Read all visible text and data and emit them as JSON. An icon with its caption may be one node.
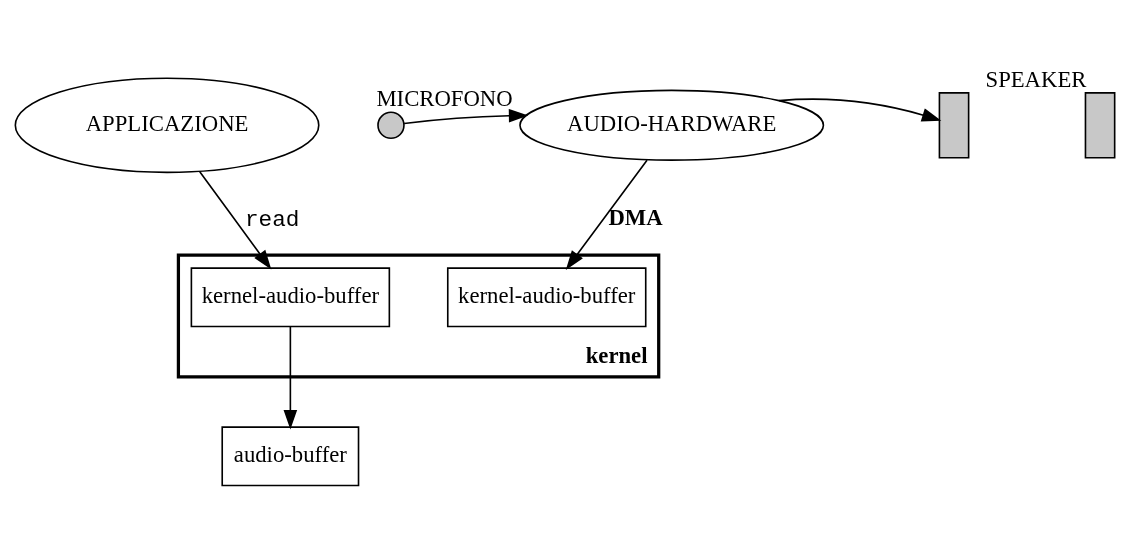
{
  "diagram": {
    "nodes": [
      {
        "text": [
          "APPLICAZIONE"
        ]
      },
      {
        "text": [
          "audio-buffer"
        ]
      },
      {
        "text": [
          "kernel"
        ]
      },
      {
        "text": [
          "kernel-audio-buffer"
        ],
        "in": 2
      },
      {
        "text": [
          "kernel-audio-buffer"
        ],
        "in": 2
      },
      {
        "text": [],
        "shape": "circle",
        "beside": [
          "MICROFONO"
        ]
      },
      {
        "text": [
          "AUDIO-HARDWARE"
        ]
      },
      {
        "text": [],
        "shape": "bar"
      },
      {
        "text": [],
        "shape": "bar",
        "beside": [
          "SPEAKER"
        ]
      }
    ],
    "edges": [
      {
        "from": 0,
        "to": 3,
        "arrow": "to",
        "label": "read"
      },
      {
        "from": 3,
        "to": 1,
        "arrow": "to"
      },
      {
        "from": 6,
        "to": 4,
        "arrow": "to",
        "label": "DMA"
      },
      {
        "from": 5,
        "to": 6,
        "arrow": "to"
      },
      {
        "from": 6,
        "to": 7,
        "arrow": "to"
      }
    ]
  }
}
